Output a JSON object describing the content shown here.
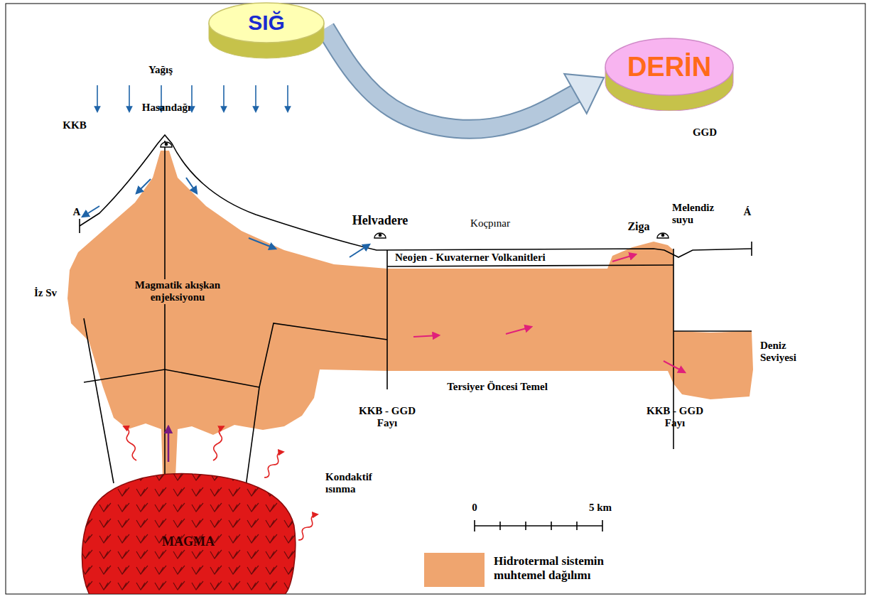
{
  "diagram": {
    "nodes": [
      {
        "text": [
          "SIĞ"
        ]
      },
      {
        "text": [
          "DERİN"
        ]
      },
      {
        "text": [
          "MAGMA"
        ]
      }
    ],
    "edges": [
      {
        "from": 0,
        "to": 1,
        "arrow": "to"
      }
    ],
    "labels": [
      "Yağış",
      "Hasandağı",
      "KKB",
      "GGD",
      "A",
      "Helvadere",
      "Koçpınar",
      "Ziga",
      "Melendiz suyu",
      "Á",
      "Magmatik akışkan enjeksiyonu",
      "Neojen - Kuvaterner Volkanitleri",
      "İz Sv",
      "Deniz Seviyesi",
      "Tersiyer Öncesi Temel",
      "KKB - GGD Fayı",
      "KKB - GGD Fayı",
      "Kondaktif ısınma",
      "0",
      "5 km"
    ],
    "legend": [
      {
        "text": "Hidrotermal sistemin muhtemel dağılımı",
        "color": "#efa56f"
      }
    ]
  }
}
